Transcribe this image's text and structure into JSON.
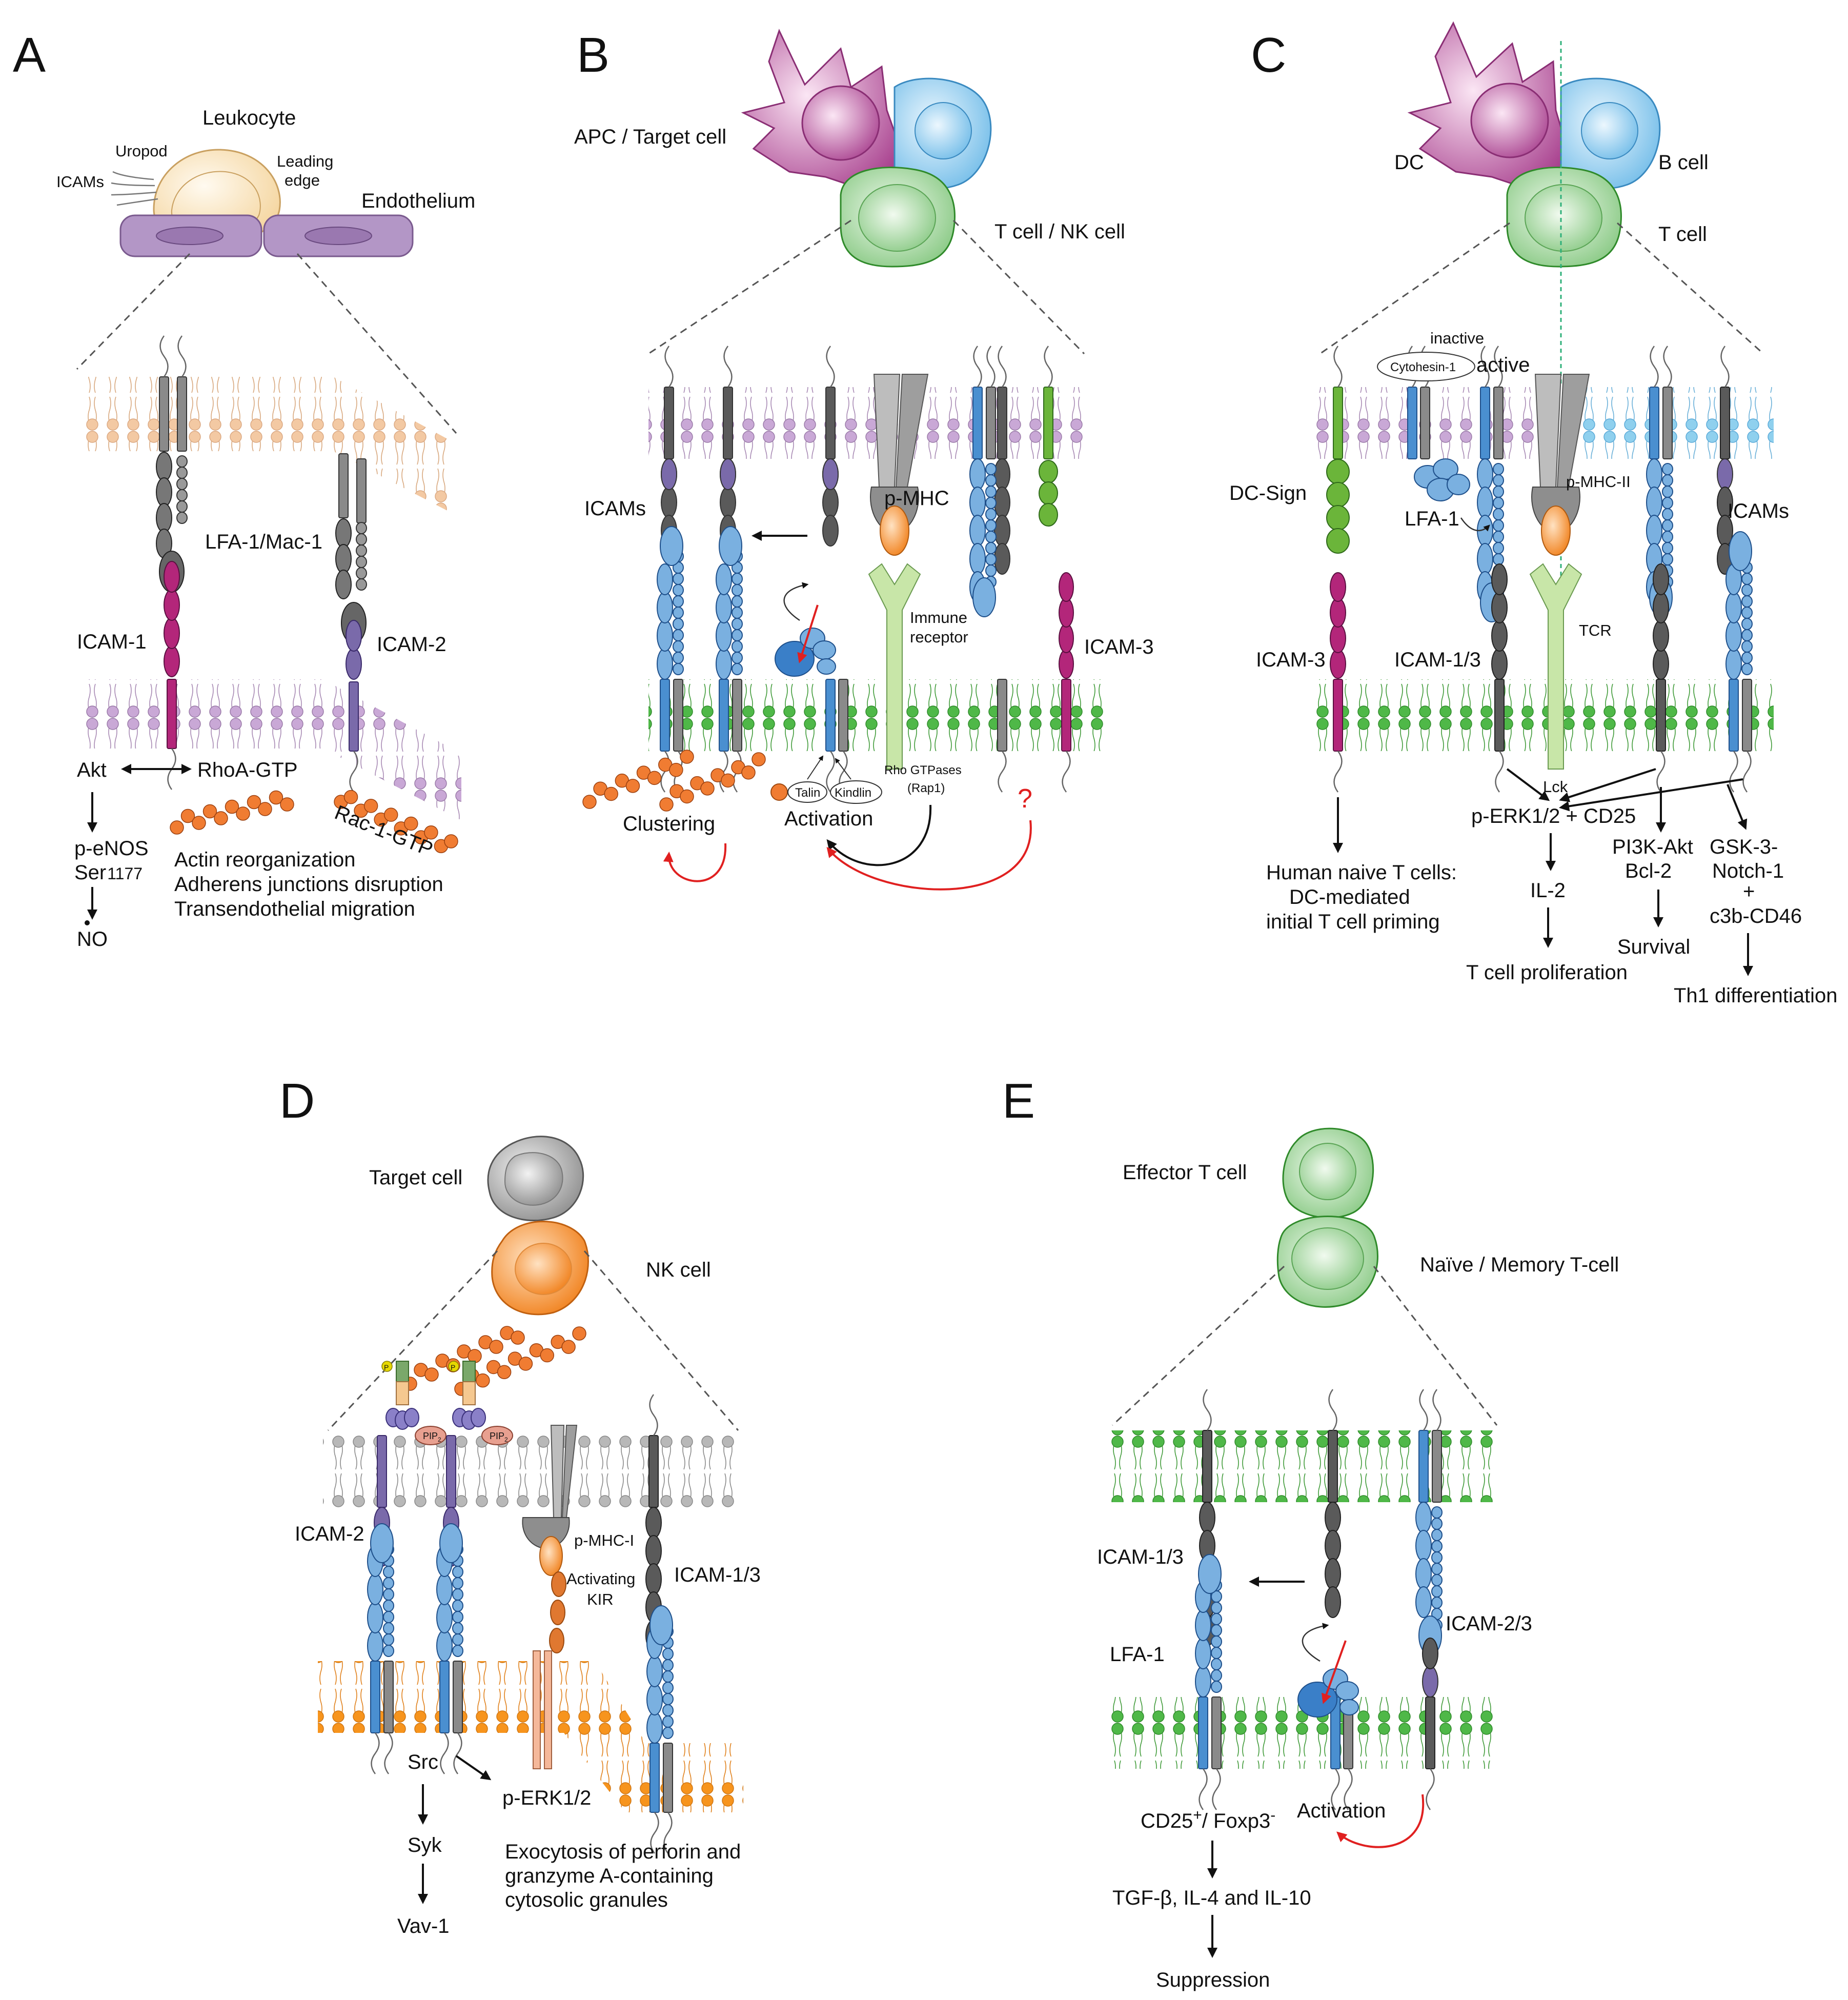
{
  "colors": {
    "lipid_pink": "#c9a8d6",
    "lipid_peach": "#f3c9a3",
    "lipid_green": "#4fb848",
    "lipid_blue": "#8fd0ee",
    "lipid_gray": "#b8b8b8",
    "lipid_orange": "#f7941d",
    "integrin_blue": "#4a8fd0",
    "icam_gray": "#5a5a5a",
    "icam_magenta": "#b3267a",
    "icam_purple": "#7a6aaa",
    "dcsign_green": "#6bb53a",
    "mhc_orange": "#f08a24",
    "actin_orange": "#f07c32",
    "arrow_red": "#e02020"
  },
  "panelA": {
    "label": "A",
    "leukocyte": "Leukocyte",
    "uropod": "Uropod",
    "icams": "ICAMs",
    "leading1": "Leading",
    "leading2": "edge",
    "endothelium": "Endothelium",
    "lfa": "LFA-1/Mac-1",
    "icam1": "ICAM-1",
    "icam2": "ICAM-2",
    "akt": "Akt",
    "rhoa": "RhoA-GTP",
    "rac": "Rac-1-GTP",
    "peNOS": "p-eNOS",
    "ser": "Ser",
    "ser_num": "1177",
    "no": "NO",
    "actin": "Actin reorganization",
    "adherens": "Adherens junctions disruption",
    "migration": "Transendothelial migration"
  },
  "panelB": {
    "label": "B",
    "apc": "APC / Target cell",
    "tcell": "T cell / NK cell",
    "icams": "ICAMs",
    "pmhc": "p-MHC",
    "immune1": "Immune",
    "immune2": "receptor",
    "icam3": "ICAM-3",
    "talin": "Talin",
    "kindlin": "Kindlin",
    "rho1": "Rho GTPases",
    "rho2": "(Rap1)",
    "question": "?",
    "clustering": "Clustering",
    "activation": "Activation"
  },
  "panelC": {
    "label": "C",
    "dc": "DC",
    "bcell": "B cell",
    "tcell": "T cell",
    "inactive": "inactive",
    "cytohesin": "Cytohesin-1",
    "active": "active",
    "dcsign": "DC-Sign",
    "lfa1": "LFA-1",
    "pmhc2": "p-MHC-II",
    "icams": "ICAMs",
    "icam3": "ICAM-3",
    "icam13": "ICAM-1/3",
    "tcr": "TCR",
    "lck": "Lck",
    "human1": "Human naive T cells:",
    "human2": "DC-mediated",
    "human3": "initial T cell priming",
    "perk": "p-ERK1/2 + CD25",
    "il2": "IL-2",
    "prolif": "T cell proliferation",
    "pi3k": "PI3K-Akt",
    "bcl2": "Bcl-2",
    "survival": "Survival",
    "gsk": "GSK-3-",
    "notch": "Notch-1",
    "plus": "+",
    "c3b": "c3b-CD46",
    "th1": "Th1 differentiation"
  },
  "panelD": {
    "label": "D",
    "target": "Target cell",
    "nk": "NK cell",
    "pip": "PIP",
    "pip_sub": "2",
    "p": "P",
    "icam2": "ICAM-2",
    "pmhc1": "p-MHC-I",
    "kir1": "Activating",
    "kir2": "KIR",
    "icam13": "ICAM-1/3",
    "src": "Src",
    "syk": "Syk",
    "vav": "Vav-1",
    "perk": "p-ERK1/2",
    "exo1": "Exocytosis of perforin and",
    "exo2": "granzyme A-containing",
    "exo3": "cytosolic granules"
  },
  "panelE": {
    "label": "E",
    "effector": "Effector T cell",
    "naive": "Naïve / Memory T-cell",
    "icam13": "ICAM-1/3",
    "lfa1": "LFA-1",
    "icam23": "ICAM-2/3",
    "cd25": "CD25",
    "cd25_sup": "+",
    "foxp3": "/ Foxp3",
    "foxp3_sup": "-",
    "activation": "Activation",
    "tgf": "TGF-β, IL-4 and IL-10",
    "suppression": "Suppression"
  }
}
